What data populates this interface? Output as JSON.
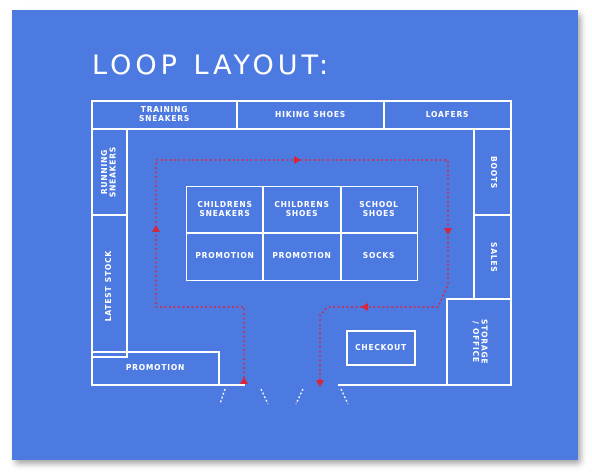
{
  "title": "LOOP LAYOUT:",
  "zones": {
    "training_sneakers": "TRAINING\nSNEAKERS",
    "hiking_shoes": "HIKING SHOES",
    "loafers": "LOAFERS",
    "running_sneakers": "RUNNING\nSNEAKERS",
    "latest_stock": "LATEST STOCK",
    "promotion_front": "PROMOTION",
    "boots": "BOOTS",
    "sales": "SALES",
    "storage_office": "STORAGE\n/ OFFICE",
    "checkout": "CHECKOUT",
    "childrens_sneakers": "CHILDRENS\nSNEAKERS",
    "childrens_shoes": "CHILDRENS\nSHOES",
    "school_shoes": "SCHOOL\nSHOES",
    "promotion_center_1": "PROMOTION",
    "promotion_center_2": "PROMOTION",
    "socks": "SOCKS"
  },
  "colors": {
    "background": "#4d7ae0",
    "lines": "#ffffff",
    "path": "#d9243a"
  }
}
